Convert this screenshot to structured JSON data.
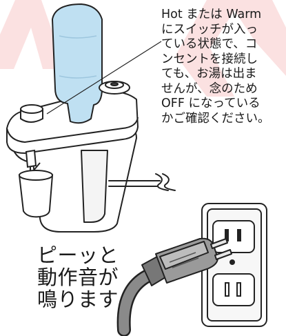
{
  "instruction_text": {
    "lines": [
      "Hot または Warm",
      "にスイッチが入っ",
      "ている状態で、コ",
      "ンセントを接続し",
      "ても、お湯は出ま",
      "せんが、念のため",
      "OFF になっている",
      "かご確認ください。"
    ]
  },
  "sound_text": {
    "lines": [
      "ピーッと",
      "動作音が",
      "鳴ります"
    ]
  },
  "colors": {
    "watermark": "#fbe1e1",
    "line": "#222222",
    "bottle": "#bfe0f2",
    "fill": "#ffffff"
  }
}
